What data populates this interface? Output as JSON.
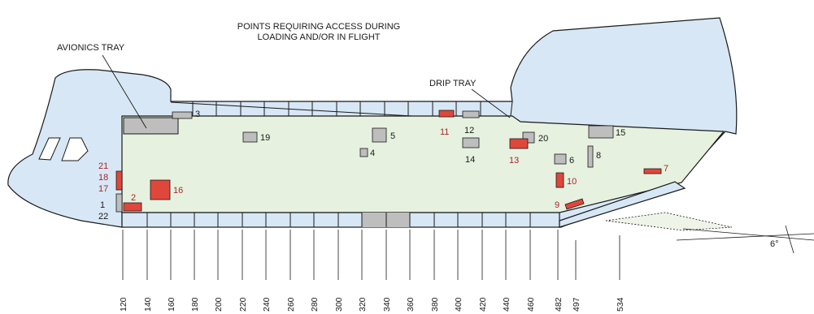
{
  "title_line1": "POINTS REQUIRING ACCESS DURING",
  "title_line2": "LOADING AND/OR IN FLIGHT",
  "callouts": {
    "avionics_tray": "AVIONICS TRAY",
    "drip_tray": "DRIP TRAY",
    "ramp_angle": "6°"
  },
  "colors": {
    "fuselage": "#d7e7f5",
    "cabin": "#e6f1df",
    "grey_item": "#bebebe",
    "red_item": "#e0473b",
    "red_label": "#a8262b"
  },
  "points": [
    {
      "id": "1",
      "label": "1",
      "color": "grey"
    },
    {
      "id": "2",
      "label": "2",
      "color": "red"
    },
    {
      "id": "3",
      "label": "3",
      "color": "grey"
    },
    {
      "id": "4",
      "label": "4",
      "color": "grey"
    },
    {
      "id": "5",
      "label": "5",
      "color": "grey"
    },
    {
      "id": "6",
      "label": "6",
      "color": "grey"
    },
    {
      "id": "7",
      "label": "7",
      "color": "red"
    },
    {
      "id": "8",
      "label": "8",
      "color": "grey"
    },
    {
      "id": "9",
      "label": "9",
      "color": "red"
    },
    {
      "id": "10",
      "label": "10",
      "color": "red"
    },
    {
      "id": "11",
      "label": "11",
      "color": "red"
    },
    {
      "id": "12",
      "label": "12",
      "color": "grey"
    },
    {
      "id": "13",
      "label": "13",
      "color": "red"
    },
    {
      "id": "14",
      "label": "14",
      "color": "grey"
    },
    {
      "id": "15",
      "label": "15",
      "color": "grey"
    },
    {
      "id": "16",
      "label": "16",
      "color": "red"
    },
    {
      "id": "17",
      "label": "17",
      "color": "red"
    },
    {
      "id": "18",
      "label": "18",
      "color": "red"
    },
    {
      "id": "19",
      "label": "19",
      "color": "grey"
    },
    {
      "id": "20",
      "label": "20",
      "color": "grey"
    },
    {
      "id": "21",
      "label": "21",
      "color": "red"
    },
    {
      "id": "22",
      "label": "22",
      "color": "grey"
    }
  ],
  "stations": [
    "120",
    "140",
    "160",
    "180",
    "200",
    "220",
    "240",
    "260",
    "280",
    "300",
    "320",
    "340",
    "360",
    "380",
    "400",
    "420",
    "440",
    "460",
    "482",
    "497",
    "534"
  ]
}
